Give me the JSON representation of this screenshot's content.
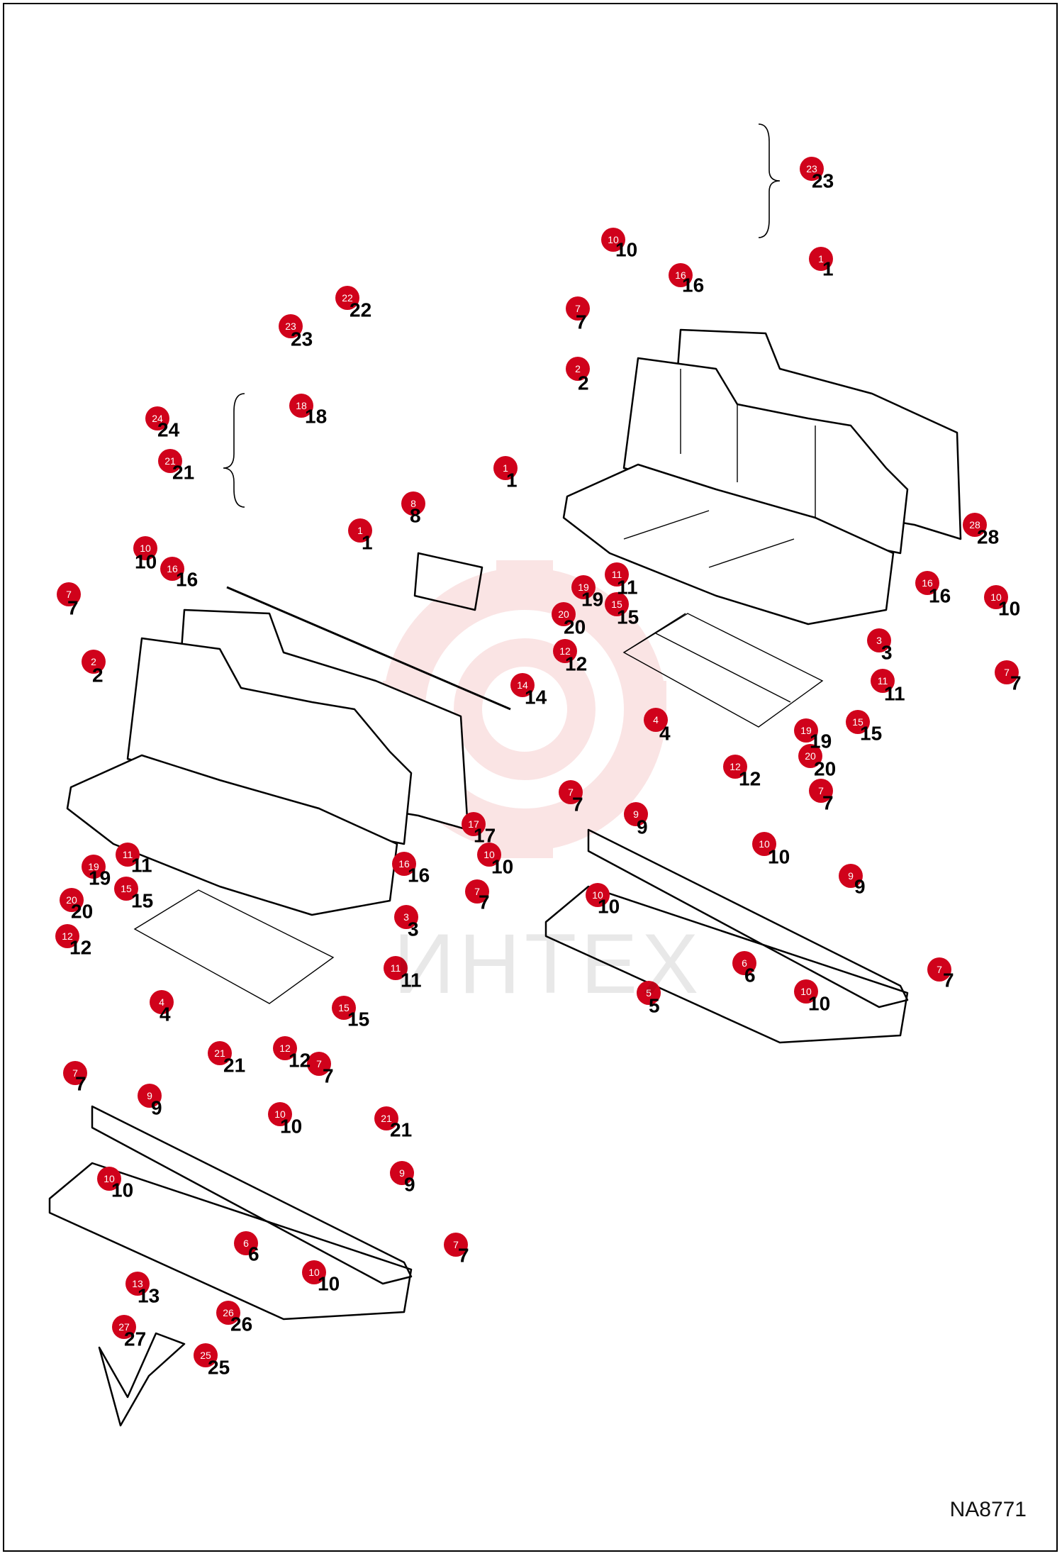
{
  "diagram": {
    "code": "NA8771",
    "watermark": "ИНТЕХ",
    "colors": {
      "callout": "#d0021b",
      "watermark": "#f1b5b5",
      "line": "#000000"
    }
  },
  "callouts": [
    {
      "label": "23"
    },
    {
      "label": "10"
    },
    {
      "label": "16"
    },
    {
      "label": "1"
    },
    {
      "label": "7"
    },
    {
      "label": "2"
    },
    {
      "label": "28"
    },
    {
      "label": "22"
    },
    {
      "label": "23"
    },
    {
      "label": "18"
    },
    {
      "label": "24"
    },
    {
      "label": "21"
    },
    {
      "label": "1"
    },
    {
      "label": "8"
    },
    {
      "label": "1"
    },
    {
      "label": "10"
    },
    {
      "label": "16"
    },
    {
      "label": "7"
    },
    {
      "label": "2"
    },
    {
      "label": "14"
    },
    {
      "label": "19"
    },
    {
      "label": "11"
    },
    {
      "label": "15"
    },
    {
      "label": "20"
    },
    {
      "label": "12"
    },
    {
      "label": "3"
    },
    {
      "label": "16"
    },
    {
      "label": "10"
    },
    {
      "label": "7"
    },
    {
      "label": "11"
    },
    {
      "label": "4"
    },
    {
      "label": "15"
    },
    {
      "label": "19"
    },
    {
      "label": "20"
    },
    {
      "label": "12"
    },
    {
      "label": "7"
    },
    {
      "label": "9"
    },
    {
      "label": "7"
    },
    {
      "label": "10"
    },
    {
      "label": "9"
    },
    {
      "label": "10"
    },
    {
      "label": "17"
    },
    {
      "label": "10"
    },
    {
      "label": "16"
    },
    {
      "label": "7"
    },
    {
      "label": "3"
    },
    {
      "label": "19"
    },
    {
      "label": "11"
    },
    {
      "label": "15"
    },
    {
      "label": "20"
    },
    {
      "label": "12"
    },
    {
      "label": "4"
    },
    {
      "label": "11"
    },
    {
      "label": "15"
    },
    {
      "label": "12"
    },
    {
      "label": "6"
    },
    {
      "label": "5"
    },
    {
      "label": "10"
    },
    {
      "label": "7"
    },
    {
      "label": "7"
    },
    {
      "label": "21"
    },
    {
      "label": "7"
    },
    {
      "label": "9"
    },
    {
      "label": "10"
    },
    {
      "label": "21"
    },
    {
      "label": "9"
    },
    {
      "label": "10"
    },
    {
      "label": "6"
    },
    {
      "label": "10"
    },
    {
      "label": "7"
    },
    {
      "label": "13"
    },
    {
      "label": "26"
    },
    {
      "label": "27"
    },
    {
      "label": "25"
    }
  ],
  "part_labels": [
    {
      "text": "23"
    },
    {
      "text": "10"
    },
    {
      "text": "16"
    },
    {
      "text": "1"
    },
    {
      "text": "7"
    },
    {
      "text": "2"
    },
    {
      "text": "28"
    },
    {
      "text": "22"
    },
    {
      "text": "23"
    },
    {
      "text": "18"
    },
    {
      "text": "24"
    },
    {
      "text": "21"
    },
    {
      "text": "1"
    },
    {
      "text": "8"
    },
    {
      "text": "1"
    },
    {
      "text": "10"
    },
    {
      "text": "16"
    },
    {
      "text": "7"
    },
    {
      "text": "2"
    },
    {
      "text": "14"
    },
    {
      "text": "19"
    },
    {
      "text": "11"
    },
    {
      "text": "15"
    },
    {
      "text": "20"
    },
    {
      "text": "12"
    },
    {
      "text": "3"
    },
    {
      "text": "16"
    },
    {
      "text": "10"
    },
    {
      "text": "7"
    },
    {
      "text": "11"
    },
    {
      "text": "4"
    },
    {
      "text": "15"
    },
    {
      "text": "19"
    },
    {
      "text": "20"
    },
    {
      "text": "12"
    },
    {
      "text": "7"
    },
    {
      "text": "9"
    },
    {
      "text": "7"
    },
    {
      "text": "10"
    },
    {
      "text": "9"
    },
    {
      "text": "10"
    },
    {
      "text": "17"
    },
    {
      "text": "10"
    },
    {
      "text": "16"
    },
    {
      "text": "7"
    },
    {
      "text": "3"
    },
    {
      "text": "19"
    },
    {
      "text": "11"
    },
    {
      "text": "15"
    },
    {
      "text": "20"
    },
    {
      "text": "12"
    },
    {
      "text": "4"
    },
    {
      "text": "11"
    },
    {
      "text": "15"
    },
    {
      "text": "12"
    },
    {
      "text": "6"
    },
    {
      "text": "5"
    },
    {
      "text": "10"
    },
    {
      "text": "7"
    },
    {
      "text": "7"
    },
    {
      "text": "21"
    },
    {
      "text": "7"
    },
    {
      "text": "9"
    },
    {
      "text": "10"
    },
    {
      "text": "21"
    },
    {
      "text": "9"
    },
    {
      "text": "10"
    },
    {
      "text": "6"
    },
    {
      "text": "10"
    },
    {
      "text": "7"
    },
    {
      "text": "13"
    },
    {
      "text": "26"
    },
    {
      "text": "27"
    },
    {
      "text": "25"
    }
  ]
}
